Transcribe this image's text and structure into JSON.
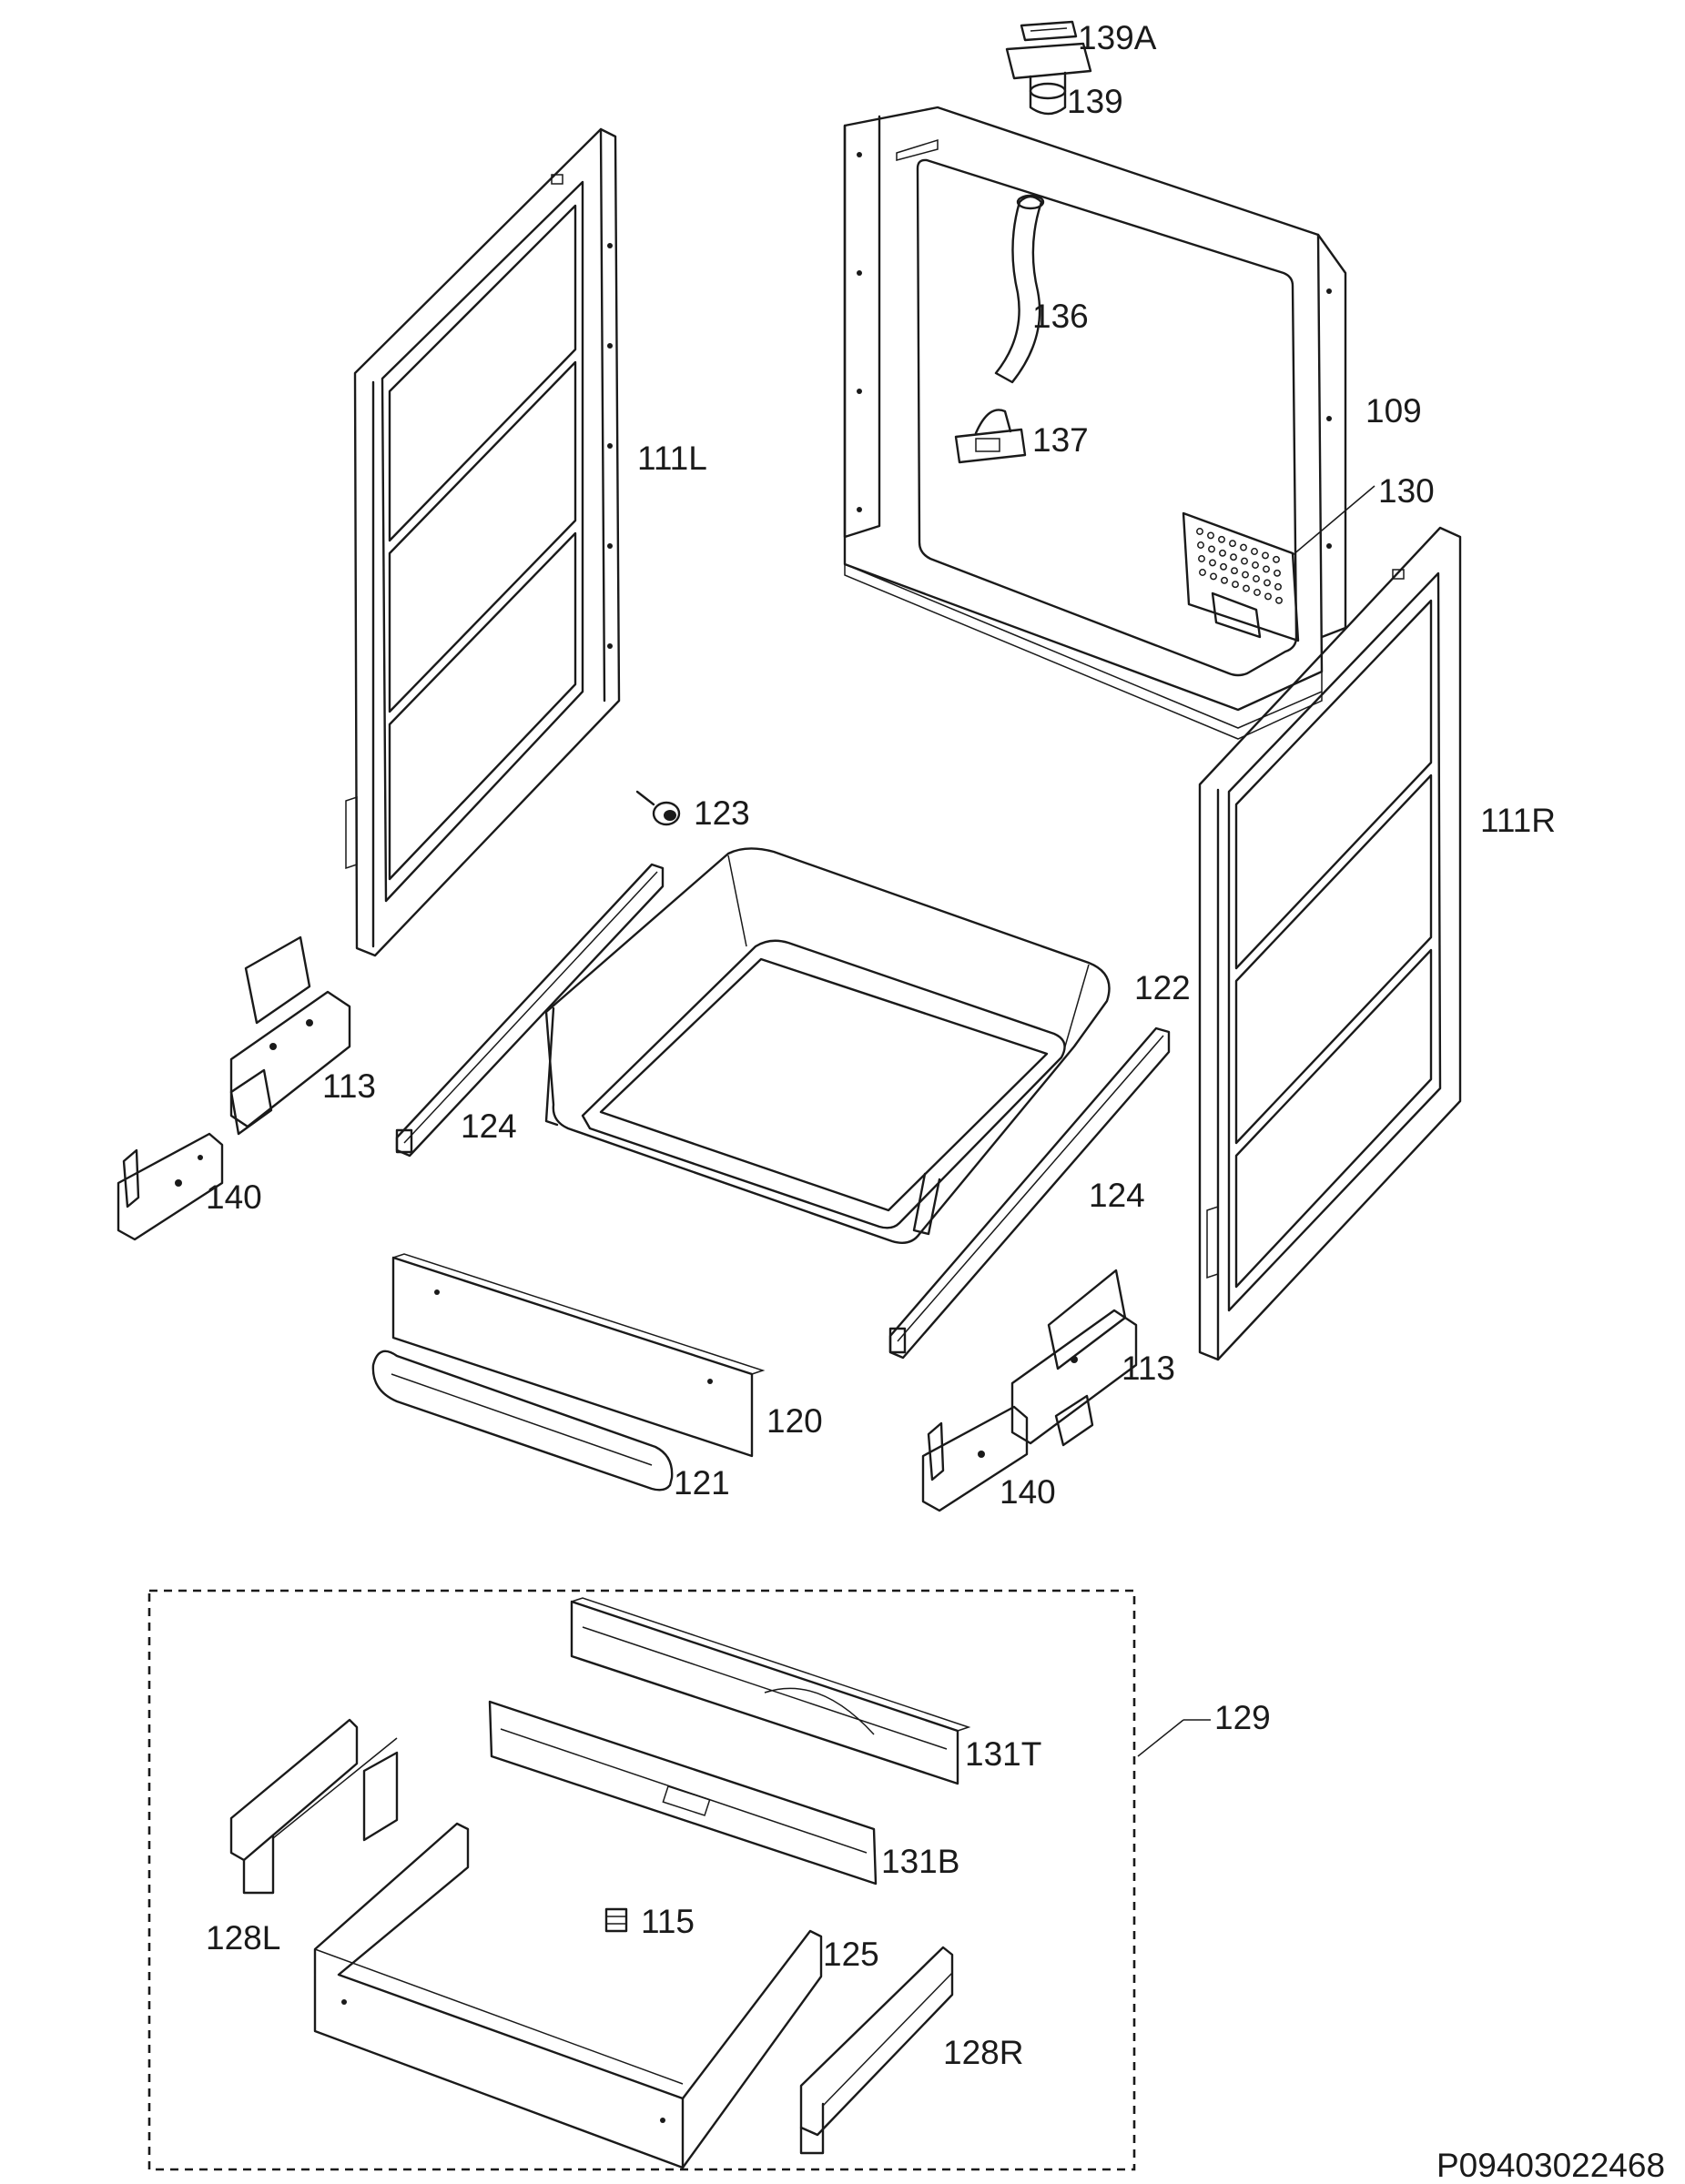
{
  "diagram": {
    "drawing_number": "P09403022468",
    "labels": {
      "p139A": "139A",
      "p139": "139",
      "p136": "136",
      "p137": "137",
      "p109": "109",
      "p130": "130",
      "p111L": "111L",
      "p111R": "111R",
      "p123": "123",
      "p122": "122",
      "p113_left": "113",
      "p124_left": "124",
      "p140_left": "140",
      "p124_right": "124",
      "p113_right": "113",
      "p140_right": "140",
      "p120": "120",
      "p121": "121",
      "p129": "129",
      "p131T": "131T",
      "p131B": "131B",
      "p128L": "128L",
      "p115": "115",
      "p125": "125",
      "p128R": "128R"
    }
  }
}
